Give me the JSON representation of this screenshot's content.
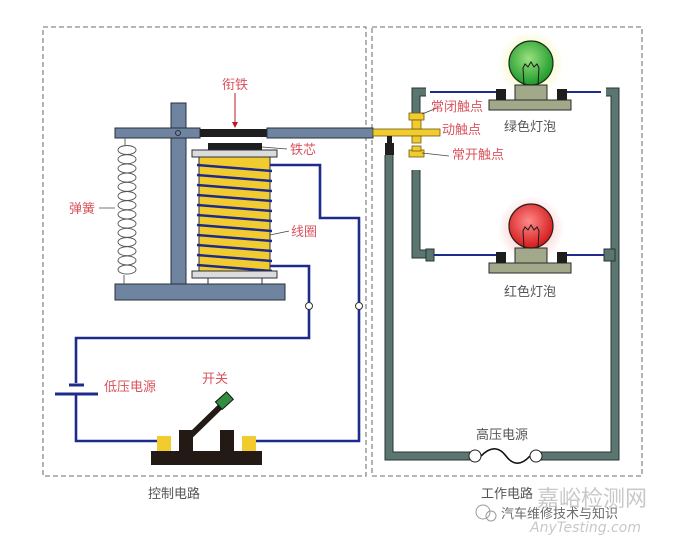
{
  "diagram": {
    "title": "继电器工作原理",
    "sections": {
      "control_circuit": "控制电路",
      "working_circuit": "工作电路"
    },
    "labels": {
      "armature": "衔铁",
      "iron_core": "铁芯",
      "coil": "线圈",
      "spring": "弹簧",
      "low_voltage_source": "低压电源",
      "switch": "开关",
      "normally_closed_contact": "常闭触点",
      "moving_contact": "动触点",
      "normally_open_contact": "常开触点",
      "green_bulb": "绿色灯泡",
      "red_bulb": "红色灯泡",
      "high_voltage_source": "高压电源"
    },
    "watermark": {
      "site_cn": "嘉峪检测网",
      "account": "汽车维修技术与知识",
      "site_en": "AnyTesting.com"
    },
    "colors": {
      "label_red": "#d9535c",
      "wire_blue": "#1f2b8a",
      "frame_steel": "#6f84a0",
      "pipe_teal": "#5b7671",
      "coil_yellow": "#f2cc2e",
      "bulb_green": "#2fae3a",
      "bulb_red": "#e02a2a",
      "switch_handle": "#2f8f3f"
    }
  }
}
